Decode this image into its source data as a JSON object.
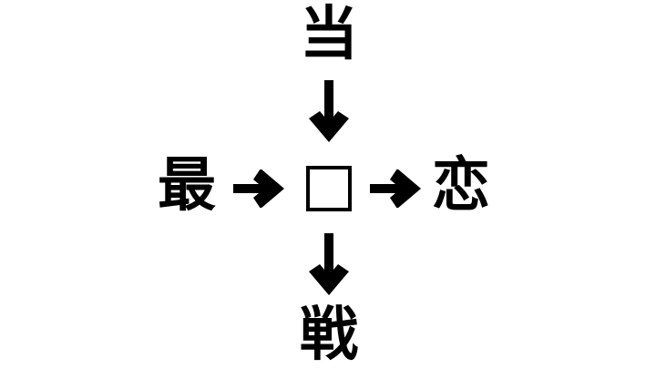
{
  "puzzle": {
    "type": "kanji-fill-in-the-blank",
    "background_color": "#ffffff",
    "ink_color": "#000000",
    "center": {
      "label": "",
      "glyph_name": "empty-answer-square",
      "is_blank": true
    },
    "nodes": {
      "top": {
        "character": "当",
        "position": "top",
        "relation": "compound-first"
      },
      "left": {
        "character": "最",
        "position": "left",
        "relation": "compound-first"
      },
      "right": {
        "character": "恋",
        "position": "right",
        "relation": "compound-second"
      },
      "bottom": {
        "character": "戦",
        "position": "bottom",
        "relation": "compound-second"
      }
    },
    "arrows": [
      {
        "name": "arrow-top-to-center",
        "glyph": "↓",
        "direction": "down",
        "from": "当",
        "to": "center"
      },
      {
        "name": "arrow-left-to-center",
        "glyph": "→",
        "direction": "right",
        "from": "最",
        "to": "center"
      },
      {
        "name": "arrow-center-to-right",
        "glyph": "→",
        "direction": "right",
        "from": "center",
        "to": "恋"
      },
      {
        "name": "arrow-center-to-bottom",
        "glyph": "↓",
        "direction": "down",
        "from": "center",
        "to": "戦"
      }
    ]
  }
}
